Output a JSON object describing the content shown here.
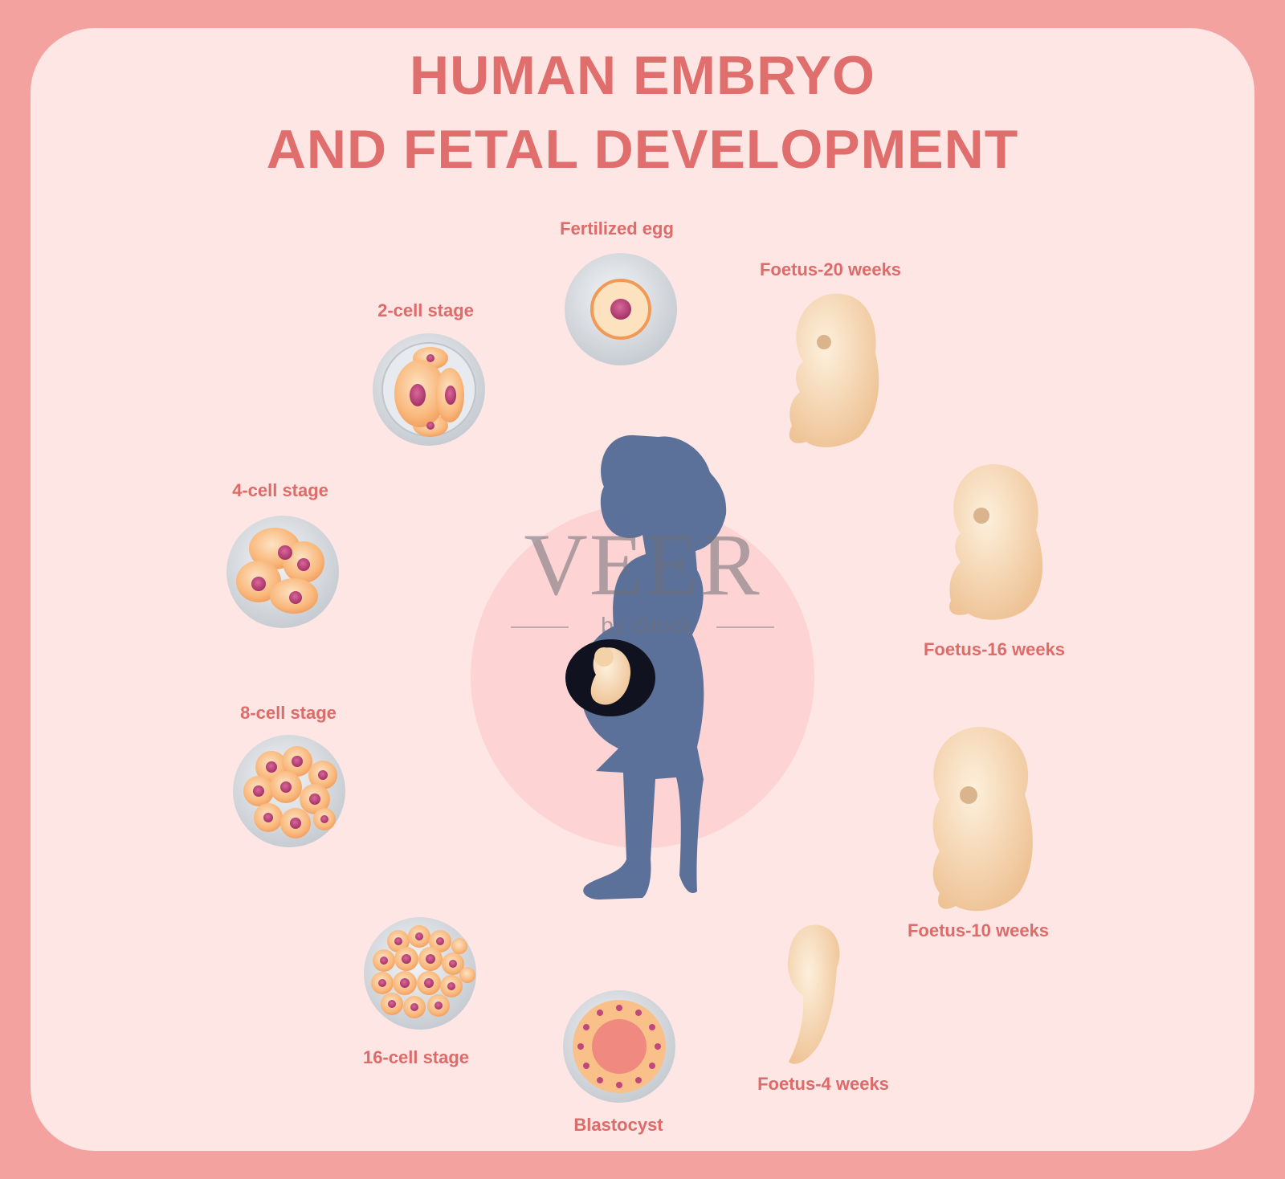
{
  "title": {
    "line1": "HUMAN EMBRYO",
    "line2": "AND FETAL DEVELOPMENT"
  },
  "stages": {
    "fertilized_egg": "Fertilized egg",
    "two_cell": "2-cell stage",
    "four_cell": "4-cell stage",
    "eight_cell": "8-cell stage",
    "sixteen_cell": "16-cell stage",
    "blastocyst": "Blastocyst",
    "foetus_4": "Foetus-4 weeks",
    "foetus_10": "Foetus-10 weeks",
    "foetus_16": "Foetus-16 weeks",
    "foetus_20": "Foetus-20 weeks"
  },
  "watermark": {
    "brand": "VEER",
    "sub": "by iStock"
  },
  "colors": {
    "frame": "#f4a29f",
    "card": "#fde6e3",
    "title": "#df6e6c",
    "silhouette": "#5b7199",
    "halo": "#fdd4d3",
    "cell": "#f9b77a",
    "nucleus": "#c1487a",
    "shell": "#d9dde1",
    "fetus": "#f6d9b1"
  }
}
